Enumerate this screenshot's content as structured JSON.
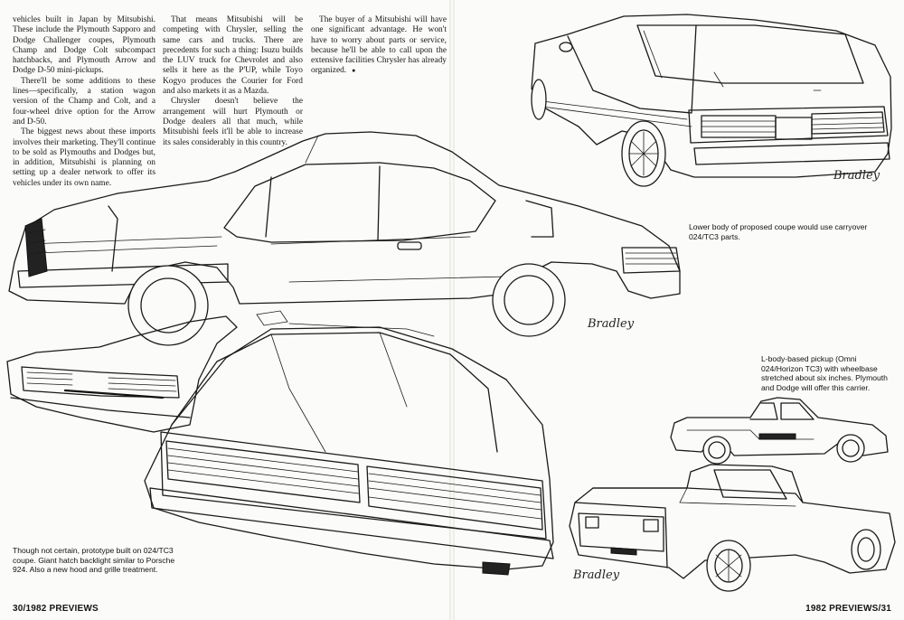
{
  "article": {
    "col1": [
      "vehicles built in Japan by Mitsubishi. These include the Plymouth Sapporo and Dodge Challenger coupes, Plymouth Champ and Dodge Colt subcompact hatchbacks, and Plymouth Arrow and Dodge D-50 mini-pickups.",
      "There'll be some additions to these lines—specifically, a station wagon version of the Champ and Colt, and a four-wheel drive option for the Arrow and D-50.",
      "The biggest news about these imports involves their marketing. They'll continue to be sold as Plymouths and Dodges but, in addition, Mitsubishi is planning on setting up a dealer network to offer its vehicles under its own name."
    ],
    "col2": [
      "That means Mitsubishi will be competing with Chrysler, selling the same cars and trucks. There are precedents for such a thing: Isuzu builds the LUV truck for Chevrolet and also sells it here as the P'UP, while Toyo Kogyo produces the Courier for Ford and also markets it as a Mazda.",
      "Chrysler doesn't believe the arrangement will hurt Plymouth or Dodge dealers all that much, while Mitsubishi feels it'll be able to increase its sales considerably in this country."
    ],
    "col3": [
      "The buyer of a Mitsubishi will have one significant advantage. He won't have to worry about parts or service, because he'll be able to call upon the extensive facilities Chrysler has already organized."
    ],
    "end_mark": "●"
  },
  "captions": {
    "coupe_rear": "Lower body of proposed coupe would use carryover 024/TC3 parts.",
    "pickup": "L-body-based pickup (Omni 024/Horizon TC3) with wheelbase stretched about six inches. Plymouth and Dodge will offer this carrier.",
    "prototype": "Though not certain, prototype built on 024/TC3 coupe. Giant hatch backlight similar to Porsche 924. Also a new hood and grille treatment."
  },
  "folios": {
    "left": "30/1982 PREVIEWS",
    "right": "1982 PREVIEWS/31"
  },
  "artist_signatures": {
    "main": "Bradley",
    "rear": "Bradley",
    "pickup": "Bradley"
  },
  "illustrations": [
    "coupe-side-sketch",
    "coupe-rear-sketch",
    "coupe-front-sketch",
    "prototype-front-sketch",
    "pickup-side-sketch",
    "pickup-rear-sketch"
  ]
}
